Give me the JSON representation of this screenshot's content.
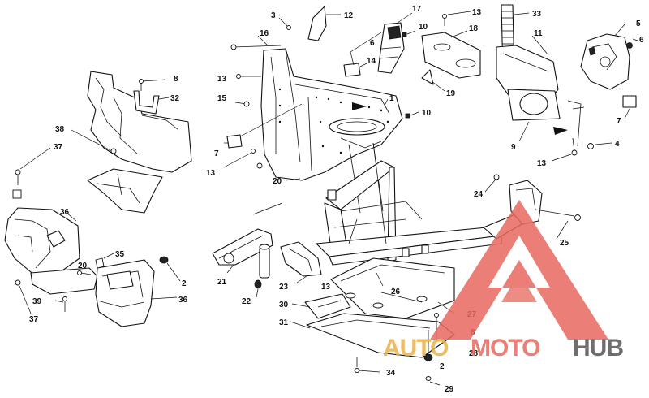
{
  "diagram": {
    "callouts": [
      {
        "id": "c1",
        "label": "1"
      },
      {
        "id": "c2a",
        "label": "2"
      },
      {
        "id": "c2b",
        "label": "2"
      },
      {
        "id": "c3",
        "label": "3"
      },
      {
        "id": "c4",
        "label": "4"
      },
      {
        "id": "c5",
        "label": "5"
      },
      {
        "id": "c6a",
        "label": "6"
      },
      {
        "id": "c6b",
        "label": "6"
      },
      {
        "id": "c7a",
        "label": "7"
      },
      {
        "id": "c7b",
        "label": "7"
      },
      {
        "id": "c8a",
        "label": "8"
      },
      {
        "id": "c8b",
        "label": "8"
      },
      {
        "id": "c9",
        "label": "9"
      },
      {
        "id": "c10a",
        "label": "10"
      },
      {
        "id": "c10b",
        "label": "10"
      },
      {
        "id": "c11",
        "label": "11"
      },
      {
        "id": "c12",
        "label": "12"
      },
      {
        "id": "c13a",
        "label": "13"
      },
      {
        "id": "c13b",
        "label": "13"
      },
      {
        "id": "c13c",
        "label": "13"
      },
      {
        "id": "c13d",
        "label": "13"
      },
      {
        "id": "c13e",
        "label": "13"
      },
      {
        "id": "c14",
        "label": "14"
      },
      {
        "id": "c15",
        "label": "15"
      },
      {
        "id": "c16",
        "label": "16"
      },
      {
        "id": "c17",
        "label": "17"
      },
      {
        "id": "c18",
        "label": "18"
      },
      {
        "id": "c19",
        "label": "19"
      },
      {
        "id": "c20a",
        "label": "20"
      },
      {
        "id": "c20b",
        "label": "20"
      },
      {
        "id": "c21",
        "label": "21"
      },
      {
        "id": "c22",
        "label": "22"
      },
      {
        "id": "c23",
        "label": "23"
      },
      {
        "id": "c24",
        "label": "24"
      },
      {
        "id": "c25",
        "label": "25"
      },
      {
        "id": "c26",
        "label": "26"
      },
      {
        "id": "c27",
        "label": "27"
      },
      {
        "id": "c28",
        "label": "28"
      },
      {
        "id": "c29",
        "label": "29"
      },
      {
        "id": "c30",
        "label": "30"
      },
      {
        "id": "c31",
        "label": "31"
      },
      {
        "id": "c32",
        "label": "32"
      },
      {
        "id": "c33",
        "label": "33"
      },
      {
        "id": "c34",
        "label": "34"
      },
      {
        "id": "c35",
        "label": "35"
      },
      {
        "id": "c36a",
        "label": "36"
      },
      {
        "id": "c36b",
        "label": "36"
      },
      {
        "id": "c37a",
        "label": "37"
      },
      {
        "id": "c37b",
        "label": "37"
      },
      {
        "id": "c38",
        "label": "38"
      },
      {
        "id": "c39",
        "label": "39"
      }
    ]
  },
  "watermark": {
    "word_1": "AUTO",
    "word_2": "MOTO",
    "word_3": "HUB",
    "color_primary": "#e8685f",
    "color_secondary": "#e9b24a",
    "color_dark": "#555555"
  }
}
